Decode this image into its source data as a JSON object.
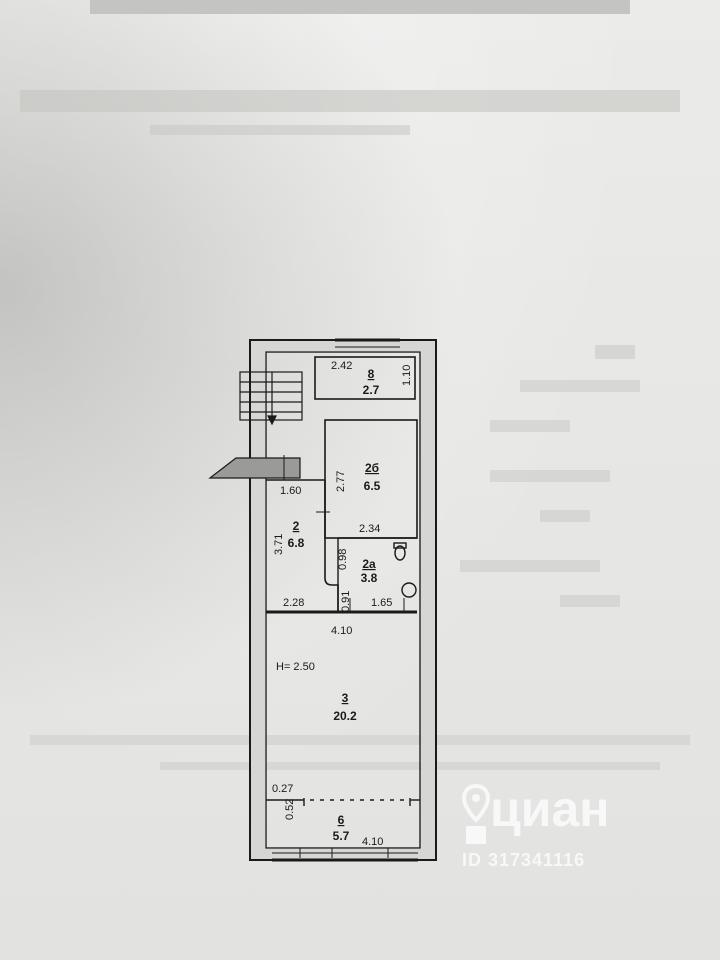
{
  "plan": {
    "ceiling_height": "H= 2.50",
    "rooms": [
      {
        "id": "8",
        "area": "2.7"
      },
      {
        "id": "2б",
        "area": "6.5"
      },
      {
        "id": "2",
        "area": "6.8"
      },
      {
        "id": "2а",
        "area": "3.8"
      },
      {
        "id": "3",
        "area": "20.2"
      },
      {
        "id": "6",
        "area": "5.7"
      }
    ],
    "dimensions": [
      "2.42",
      "1.10",
      "2.77",
      "2.34",
      "1.60",
      "3.71",
      "0.98",
      "0.91",
      "2.28",
      "1.65",
      "4.10",
      "0.27",
      "0.52",
      "4.10"
    ]
  },
  "watermark": {
    "brand": "циан",
    "id_text": "ID 317341116"
  },
  "colors": {
    "paper": "#e6e6e4",
    "ink": "#1a1a1a",
    "watermark": "#ffffff"
  }
}
